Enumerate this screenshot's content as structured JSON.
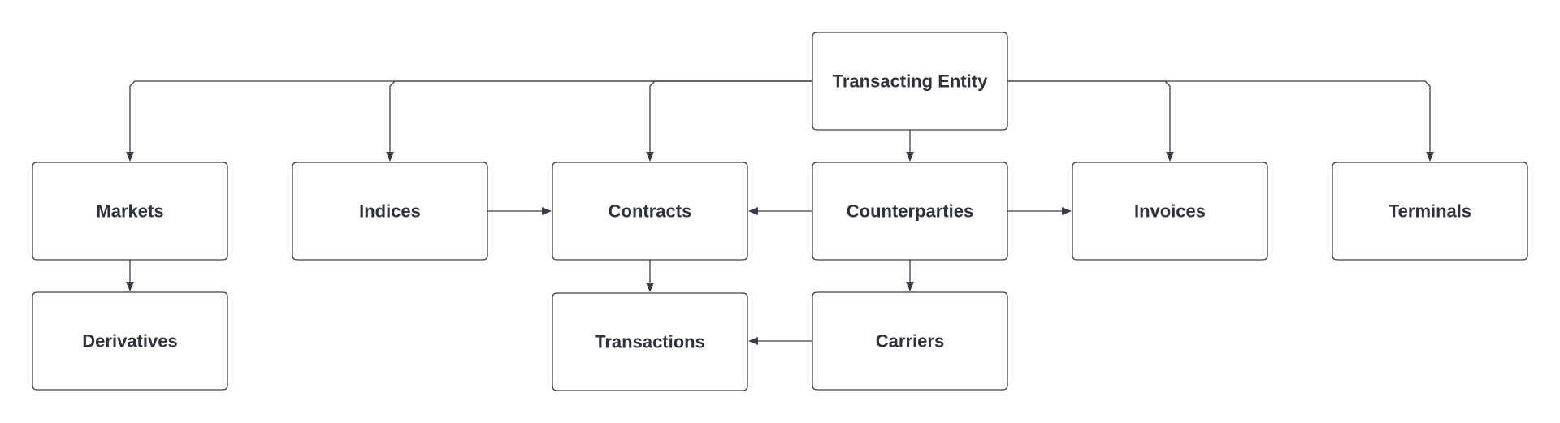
{
  "diagram": {
    "nodes": [
      {
        "id": "transacting-entity",
        "label": "Transacting Entity"
      },
      {
        "id": "markets",
        "label": "Markets"
      },
      {
        "id": "indices",
        "label": "Indices"
      },
      {
        "id": "contracts",
        "label": "Contracts"
      },
      {
        "id": "counterparties",
        "label": "Counterparties"
      },
      {
        "id": "invoices",
        "label": "Invoices"
      },
      {
        "id": "terminals",
        "label": "Terminals"
      },
      {
        "id": "derivatives",
        "label": "Derivatives"
      },
      {
        "id": "transactions",
        "label": "Transactions"
      },
      {
        "id": "carriers",
        "label": "Carriers"
      }
    ],
    "edges": [
      {
        "from": "transacting-entity",
        "to": "markets"
      },
      {
        "from": "transacting-entity",
        "to": "indices"
      },
      {
        "from": "transacting-entity",
        "to": "contracts"
      },
      {
        "from": "transacting-entity",
        "to": "counterparties"
      },
      {
        "from": "transacting-entity",
        "to": "invoices"
      },
      {
        "from": "transacting-entity",
        "to": "terminals"
      },
      {
        "from": "markets",
        "to": "derivatives"
      },
      {
        "from": "indices",
        "to": "contracts"
      },
      {
        "from": "counterparties",
        "to": "contracts"
      },
      {
        "from": "counterparties",
        "to": "invoices"
      },
      {
        "from": "contracts",
        "to": "transactions"
      },
      {
        "from": "counterparties",
        "to": "carriers"
      },
      {
        "from": "carriers",
        "to": "transactions"
      }
    ],
    "colors": {
      "stroke": "#3a3d47",
      "text": "#2f323b",
      "background": "#ffffff"
    }
  }
}
